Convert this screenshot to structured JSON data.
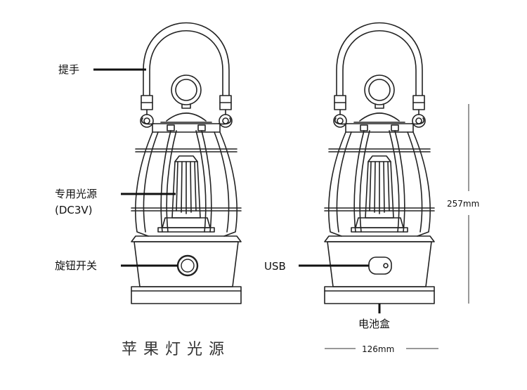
{
  "title": "苹果灯光源",
  "labels": {
    "handle": "提手",
    "light_source_line1": "专用光源",
    "light_source_line2": "(DC3V)",
    "knob_switch": "旋钮开关",
    "usb": "USB",
    "battery_box": "电池盒"
  },
  "dimensions": {
    "height": "257mm",
    "width": "126mm"
  }
}
